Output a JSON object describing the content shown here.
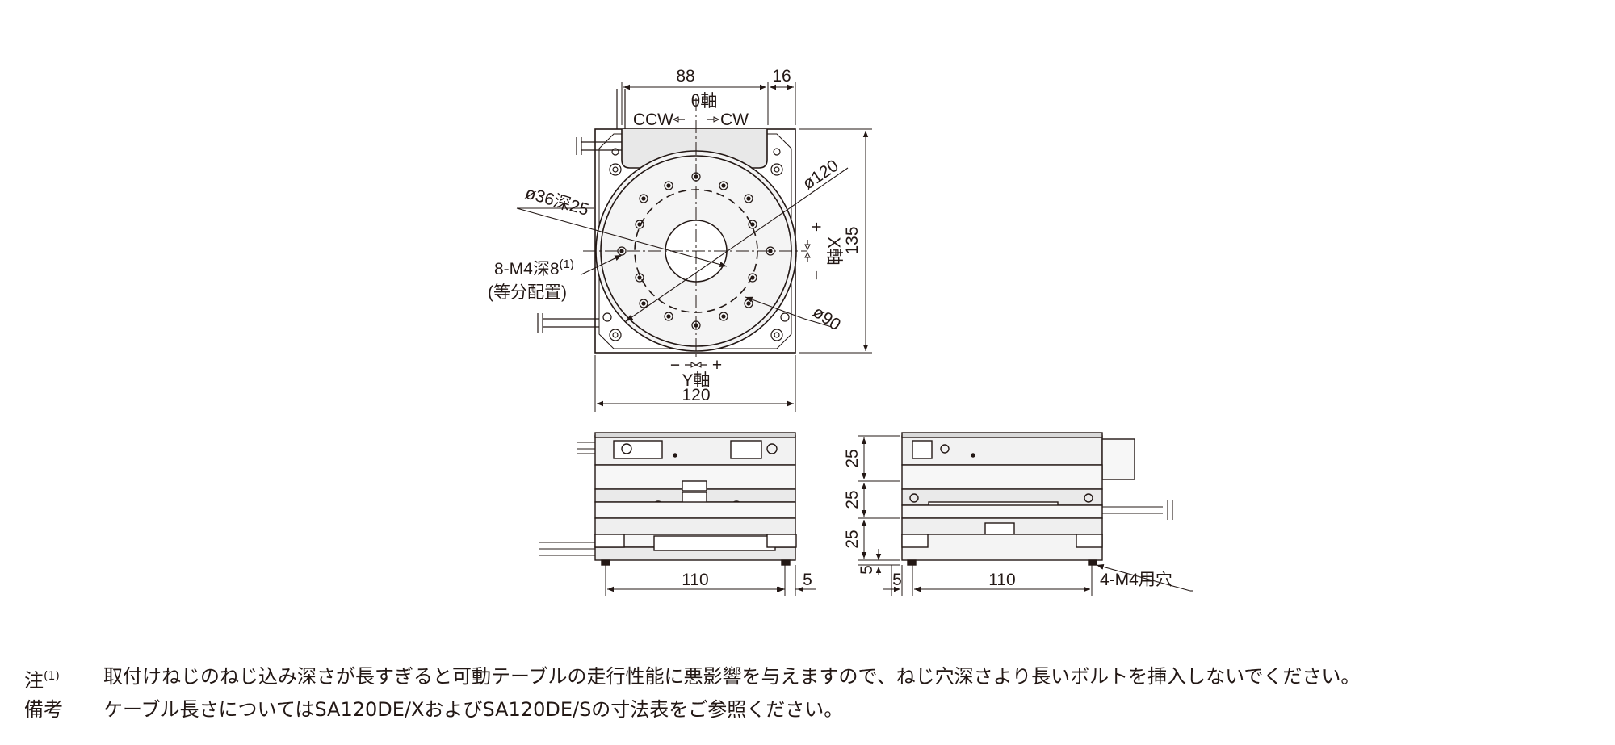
{
  "top_view": {
    "dim_88": "88",
    "dim_16": "16",
    "theta_axis": "θ軸",
    "ccw": "CCW",
    "cw": "CW",
    "dia_120": "ø120",
    "dia_36": "ø36深25",
    "hole_label_1": "8-M4深8",
    "hole_note_ref": "(1)",
    "hole_label_2": "(等分配置)",
    "dia_90": "ø90",
    "x_axis": "X軸",
    "x_plus": "+",
    "x_minus": "−",
    "dim_135": "135",
    "y_minus": "−",
    "y_plus": "+",
    "y_axis": "Y軸",
    "dim_120": "120"
  },
  "front_view": {
    "dim_110": "110",
    "dim_5": "5"
  },
  "side_view": {
    "dim_25_a": "25",
    "dim_25_b": "25",
    "dim_25_c": "25",
    "dim_5_v": "5",
    "dim_5_h": "5",
    "dim_110": "110",
    "mount_holes": "4-M4用穴"
  },
  "notes": {
    "note1_label": "注",
    "note1_ref": "(1)",
    "note1_text": "取付けねじのねじ込み深さが長すぎると可動テーブルの走行性能に悪影響を与えますので、ねじ穴深さより長いボルトを挿入しないでください。",
    "note2_label": "備考",
    "note2_text": "ケーブル長さについてはSA120DE/XおよびSA120DE/Sの寸法表をご参照ください。"
  }
}
